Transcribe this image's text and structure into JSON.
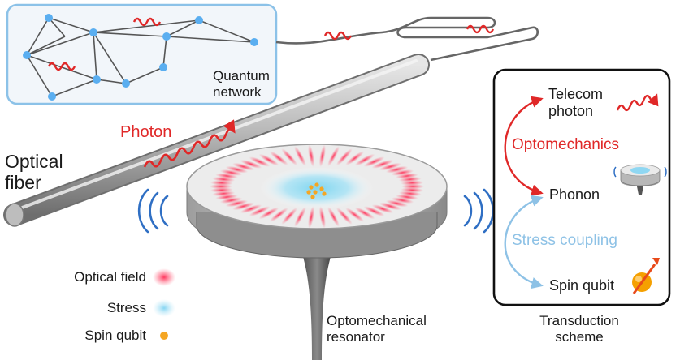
{
  "network": {
    "label_line1": "Quantum",
    "label_line2": "network"
  },
  "fiber": {
    "label_line1": "Optical",
    "label_line2": "fiber"
  },
  "photon_label": "Photon",
  "resonator": {
    "label_line1": "Optomechanical",
    "label_line2": "resonator"
  },
  "legend": [
    {
      "label": "Optical field",
      "swatch": "#ff3b5c"
    },
    {
      "label": "Stress",
      "swatch": "#8fd7f2"
    },
    {
      "label": "Spin qubit",
      "swatch": "#f5a623"
    }
  ],
  "scheme": {
    "title_line1": "Transduction",
    "title_line2": "scheme",
    "telecom_line1": "Telecom",
    "telecom_line2": "photon",
    "optomechanics": "Optomechanics",
    "phonon": "Phonon",
    "stress_coupling": "Stress coupling",
    "spin_qubit": "Spin qubit"
  },
  "colors": {
    "photon_red": "#e02828",
    "network_node": "#5aaef0",
    "stress_blue": "#8ec2e6",
    "fiber_gray": "#9a9a9a"
  }
}
